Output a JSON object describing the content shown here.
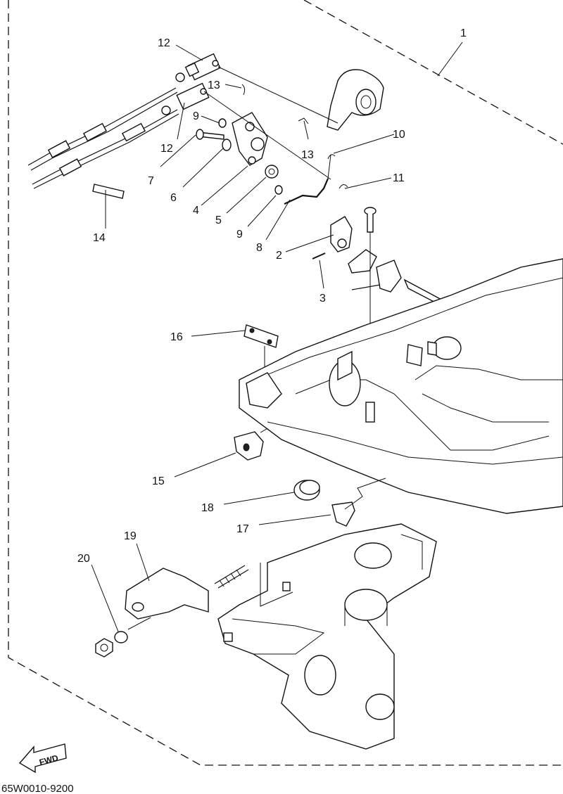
{
  "diagram": {
    "callouts": [
      {
        "id": "c1",
        "text": "1"
      },
      {
        "id": "c12a",
        "text": "12"
      },
      {
        "id": "c13a",
        "text": "13"
      },
      {
        "id": "c9a",
        "text": "9"
      },
      {
        "id": "c12b",
        "text": "12"
      },
      {
        "id": "c13b",
        "text": "13"
      },
      {
        "id": "c10",
        "text": "10"
      },
      {
        "id": "c11",
        "text": "11"
      },
      {
        "id": "c7",
        "text": "7"
      },
      {
        "id": "c6",
        "text": "6"
      },
      {
        "id": "c4",
        "text": "4"
      },
      {
        "id": "c5",
        "text": "5"
      },
      {
        "id": "c9b",
        "text": "9"
      },
      {
        "id": "c8",
        "text": "8"
      },
      {
        "id": "c2",
        "text": "2"
      },
      {
        "id": "c3",
        "text": "3"
      },
      {
        "id": "c14",
        "text": "14"
      },
      {
        "id": "c16",
        "text": "16"
      },
      {
        "id": "c15",
        "text": "15"
      },
      {
        "id": "c18",
        "text": "18"
      },
      {
        "id": "c17",
        "text": "17"
      },
      {
        "id": "c19",
        "text": "19"
      },
      {
        "id": "c20",
        "text": "20"
      }
    ],
    "fwd_label": "FWD",
    "drawing_code": "65W0010-9200"
  }
}
